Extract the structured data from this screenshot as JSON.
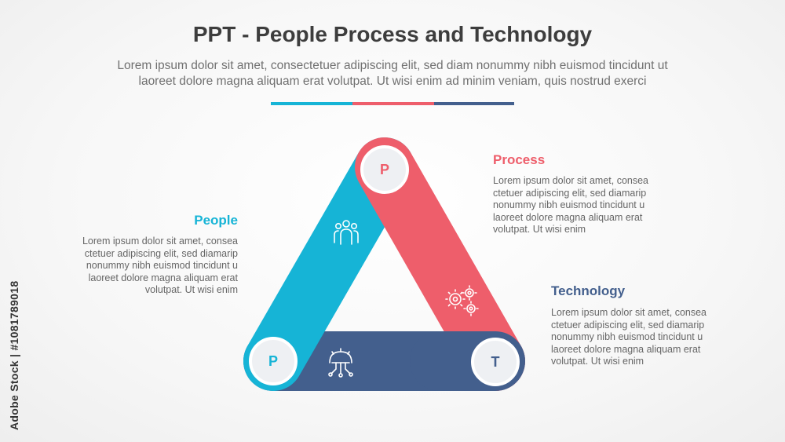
{
  "header": {
    "title": "PPT - People Process and Technology",
    "subtitle_line1": "Lorem ipsum dolor sit amet, consectetuer adipiscing elit, sed diam nonummy nibh euismod tincidunt ut",
    "subtitle_line2": "laoreet dolore magna aliquam erat volutpat. Ut wisi enim ad minim veniam, quis nostrud exerci"
  },
  "colors": {
    "people": "#16b4d6",
    "process": "#ee5e6b",
    "technology": "#435f8d",
    "circle_fill": "#eef0f3"
  },
  "diagram": {
    "people_letter": "P",
    "process_letter": "P",
    "technology_letter": "T",
    "people_icon": "people-group-icon",
    "process_icon": "gears-icon",
    "technology_icon": "circuit-brain-icon"
  },
  "people": {
    "title": "People",
    "lines": [
      "Lorem ipsum dolor sit amet, consea",
      "ctetuer adipiscing elit, sed diamarip",
      "nonummy nibh euismod tincidunt u",
      "laoreet dolore magna aliquam erat",
      "volutpat. Ut wisi enim"
    ]
  },
  "process": {
    "title": "Process",
    "lines": [
      "Lorem ipsum dolor sit amet, consea",
      "ctetuer adipiscing elit, sed diamarip",
      "nonummy nibh euismod tincidunt u",
      "laoreet dolore magna aliquam erat",
      "volutpat. Ut wisi enim"
    ]
  },
  "technology": {
    "title": "Technology",
    "lines": [
      "Lorem ipsum dolor sit amet, consea",
      "ctetuer adipiscing elit, sed diamarip",
      "nonummy nibh euismod tincidunt u",
      "laoreet dolore magna aliquam erat",
      "volutpat. Ut wisi enim"
    ]
  },
  "credit": "Adobe Stock | #1081789018"
}
